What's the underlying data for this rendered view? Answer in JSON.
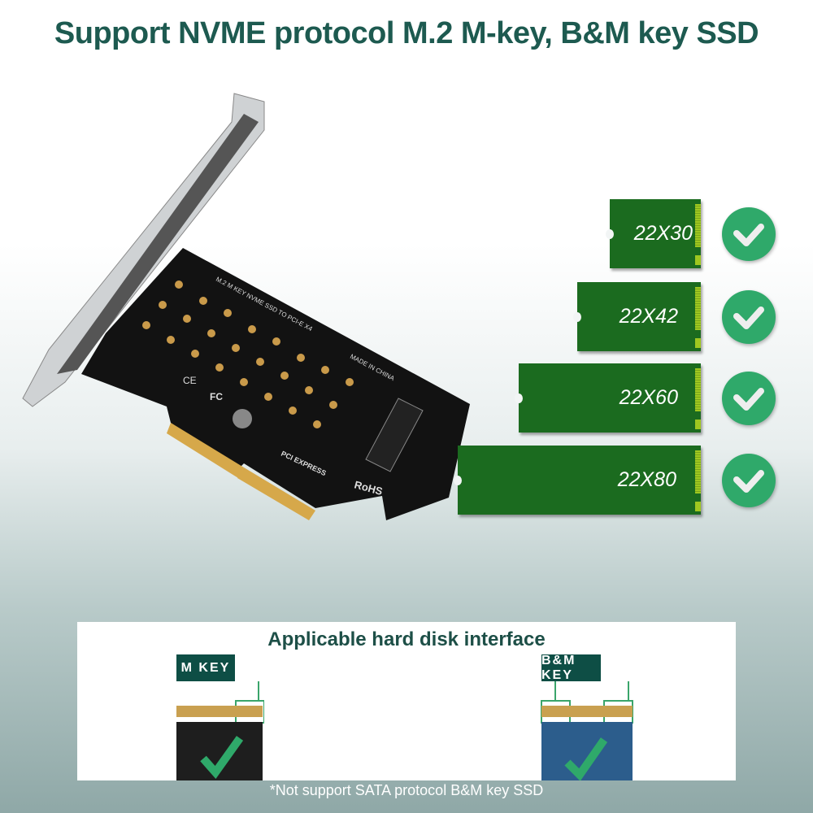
{
  "title": "Support NVME protocol M.2 M-key, B&M key SSD",
  "card": {
    "pcb_label": "M.2 M KEY NVME SSD TO PCI-E X4",
    "made_in": "MADE IN CHINA",
    "rohs": "RoHS",
    "pci_logo": "PCI EXPRESS",
    "ce": "CE",
    "fc": "FC"
  },
  "sizes": [
    {
      "label": "22X30",
      "supported": true
    },
    {
      "label": "22X42",
      "supported": true
    },
    {
      "label": "22X60",
      "supported": true
    },
    {
      "label": "22X80",
      "supported": true
    }
  ],
  "panel": {
    "title": "Applicable hard disk interface",
    "keys": [
      {
        "label": "M KEY"
      },
      {
        "label": "B&M KEY"
      }
    ]
  },
  "note": "*Not support SATA protocol B&M key SSD",
  "colors": {
    "title": "#1d5a50",
    "ssd": "#1b6b1f",
    "check": "#2fa96a",
    "key_badge": "#0e4e45"
  }
}
